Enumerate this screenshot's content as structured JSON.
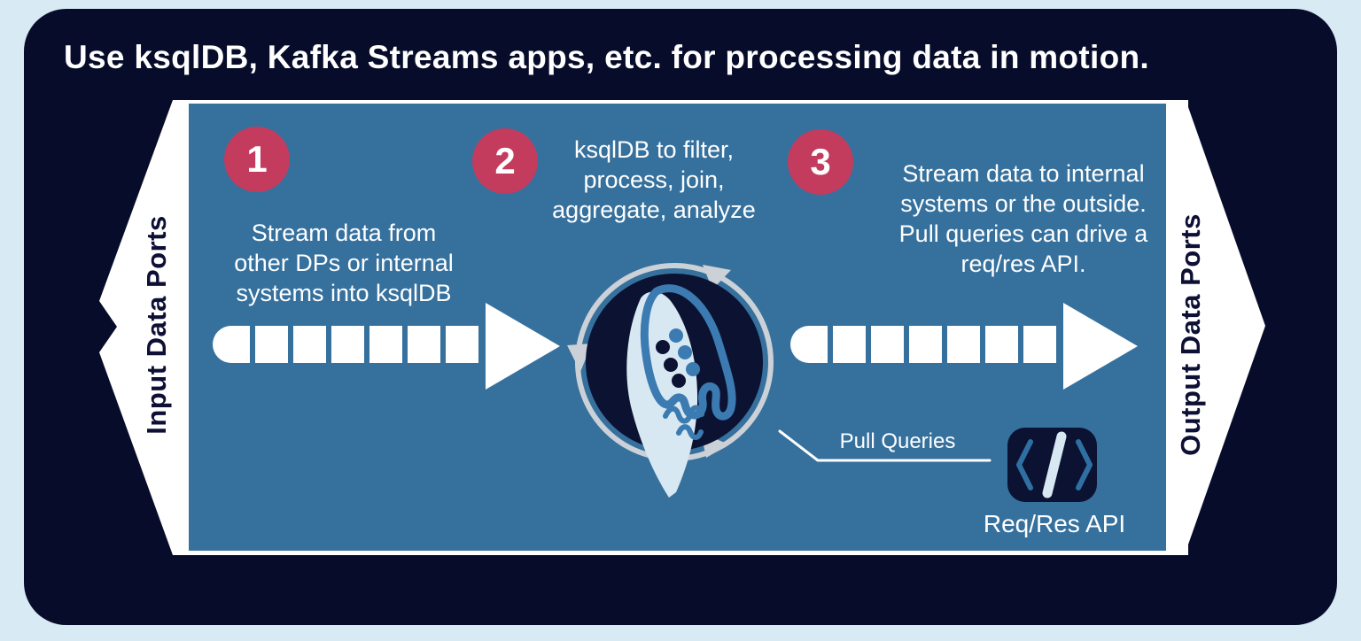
{
  "title": "Use ksqlDB, Kafka Streams apps, etc. for processing data in motion.",
  "left_banner": {
    "label": "Input Data Ports"
  },
  "right_banner": {
    "label": "Output Data Ports"
  },
  "steps": [
    {
      "number": "1",
      "lines": [
        "Stream data from",
        "other DPs or internal",
        "systems into ksqlDB"
      ]
    },
    {
      "number": "2",
      "lines": [
        "ksqlDB to filter,",
        "process, join,",
        "aggregate, analyze"
      ]
    },
    {
      "number": "3",
      "lines": [
        "Stream data to internal",
        "systems or the outside.",
        "Pull queries can drive a",
        "req/res API."
      ]
    }
  ],
  "callout": {
    "label": "Pull Queries"
  },
  "api": {
    "label": "Req/Res API"
  },
  "icons": {
    "center": "ksqldb-rocket-cycle-logo",
    "api_box": "code-slash-icon",
    "stream_arrows": "segmented-topic-arrow"
  },
  "colors": {
    "page_background": "#d8eaf3",
    "board_navy": "#070c2a",
    "panel_blue": "#36719e",
    "step_circle_red": "#c33c5d",
    "white": "#ffffff",
    "pale_blue": "#d7e8f2",
    "mid_blue": "#3b7bb1",
    "ring_gray": "#ccd1d7",
    "logo_navy": "#0c1232",
    "label_navy": "#0d1034"
  }
}
